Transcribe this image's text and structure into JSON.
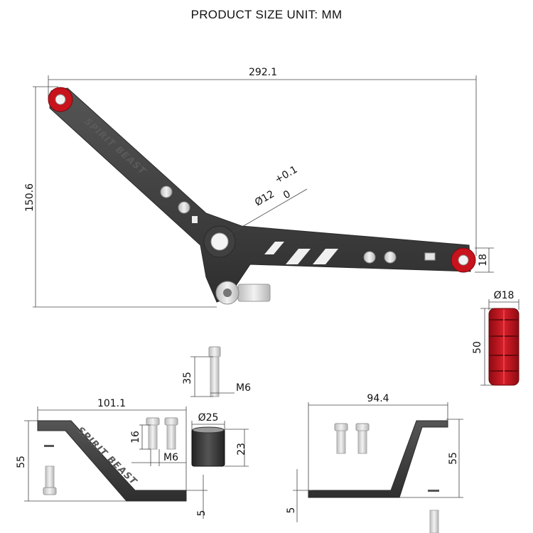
{
  "title": "PRODUCT SIZE UNIT: MM",
  "main_bracket": {
    "width_label": "292.1",
    "height_label": "150.6",
    "hole_diameter_label": "Ø12",
    "tol_upper": "+0.1",
    "tol_lower": "0",
    "pin_height_label": "18",
    "engraving": "SPIRIT BEAST"
  },
  "peg": {
    "diameter_label": "Ø18",
    "length_label": "50",
    "color": "#c8121c"
  },
  "bolt": {
    "length_label": "35",
    "thread_label": "M6"
  },
  "left_bracket": {
    "width_label": "101.1",
    "height_label": "55",
    "thickness_label": "5",
    "bolt_length_label": "16",
    "bolt_thread_label": "M6",
    "engraving": "SPIRIT BEAST"
  },
  "spacer": {
    "diameter_label": "Ø25",
    "height_label": "23"
  },
  "right_bracket": {
    "width_label": "94.4",
    "height_label": "55",
    "thickness_label": "5"
  },
  "colors": {
    "metal": "#3d3d3d",
    "accent_red": "#c8121c",
    "silver": "#d6d6d6"
  }
}
